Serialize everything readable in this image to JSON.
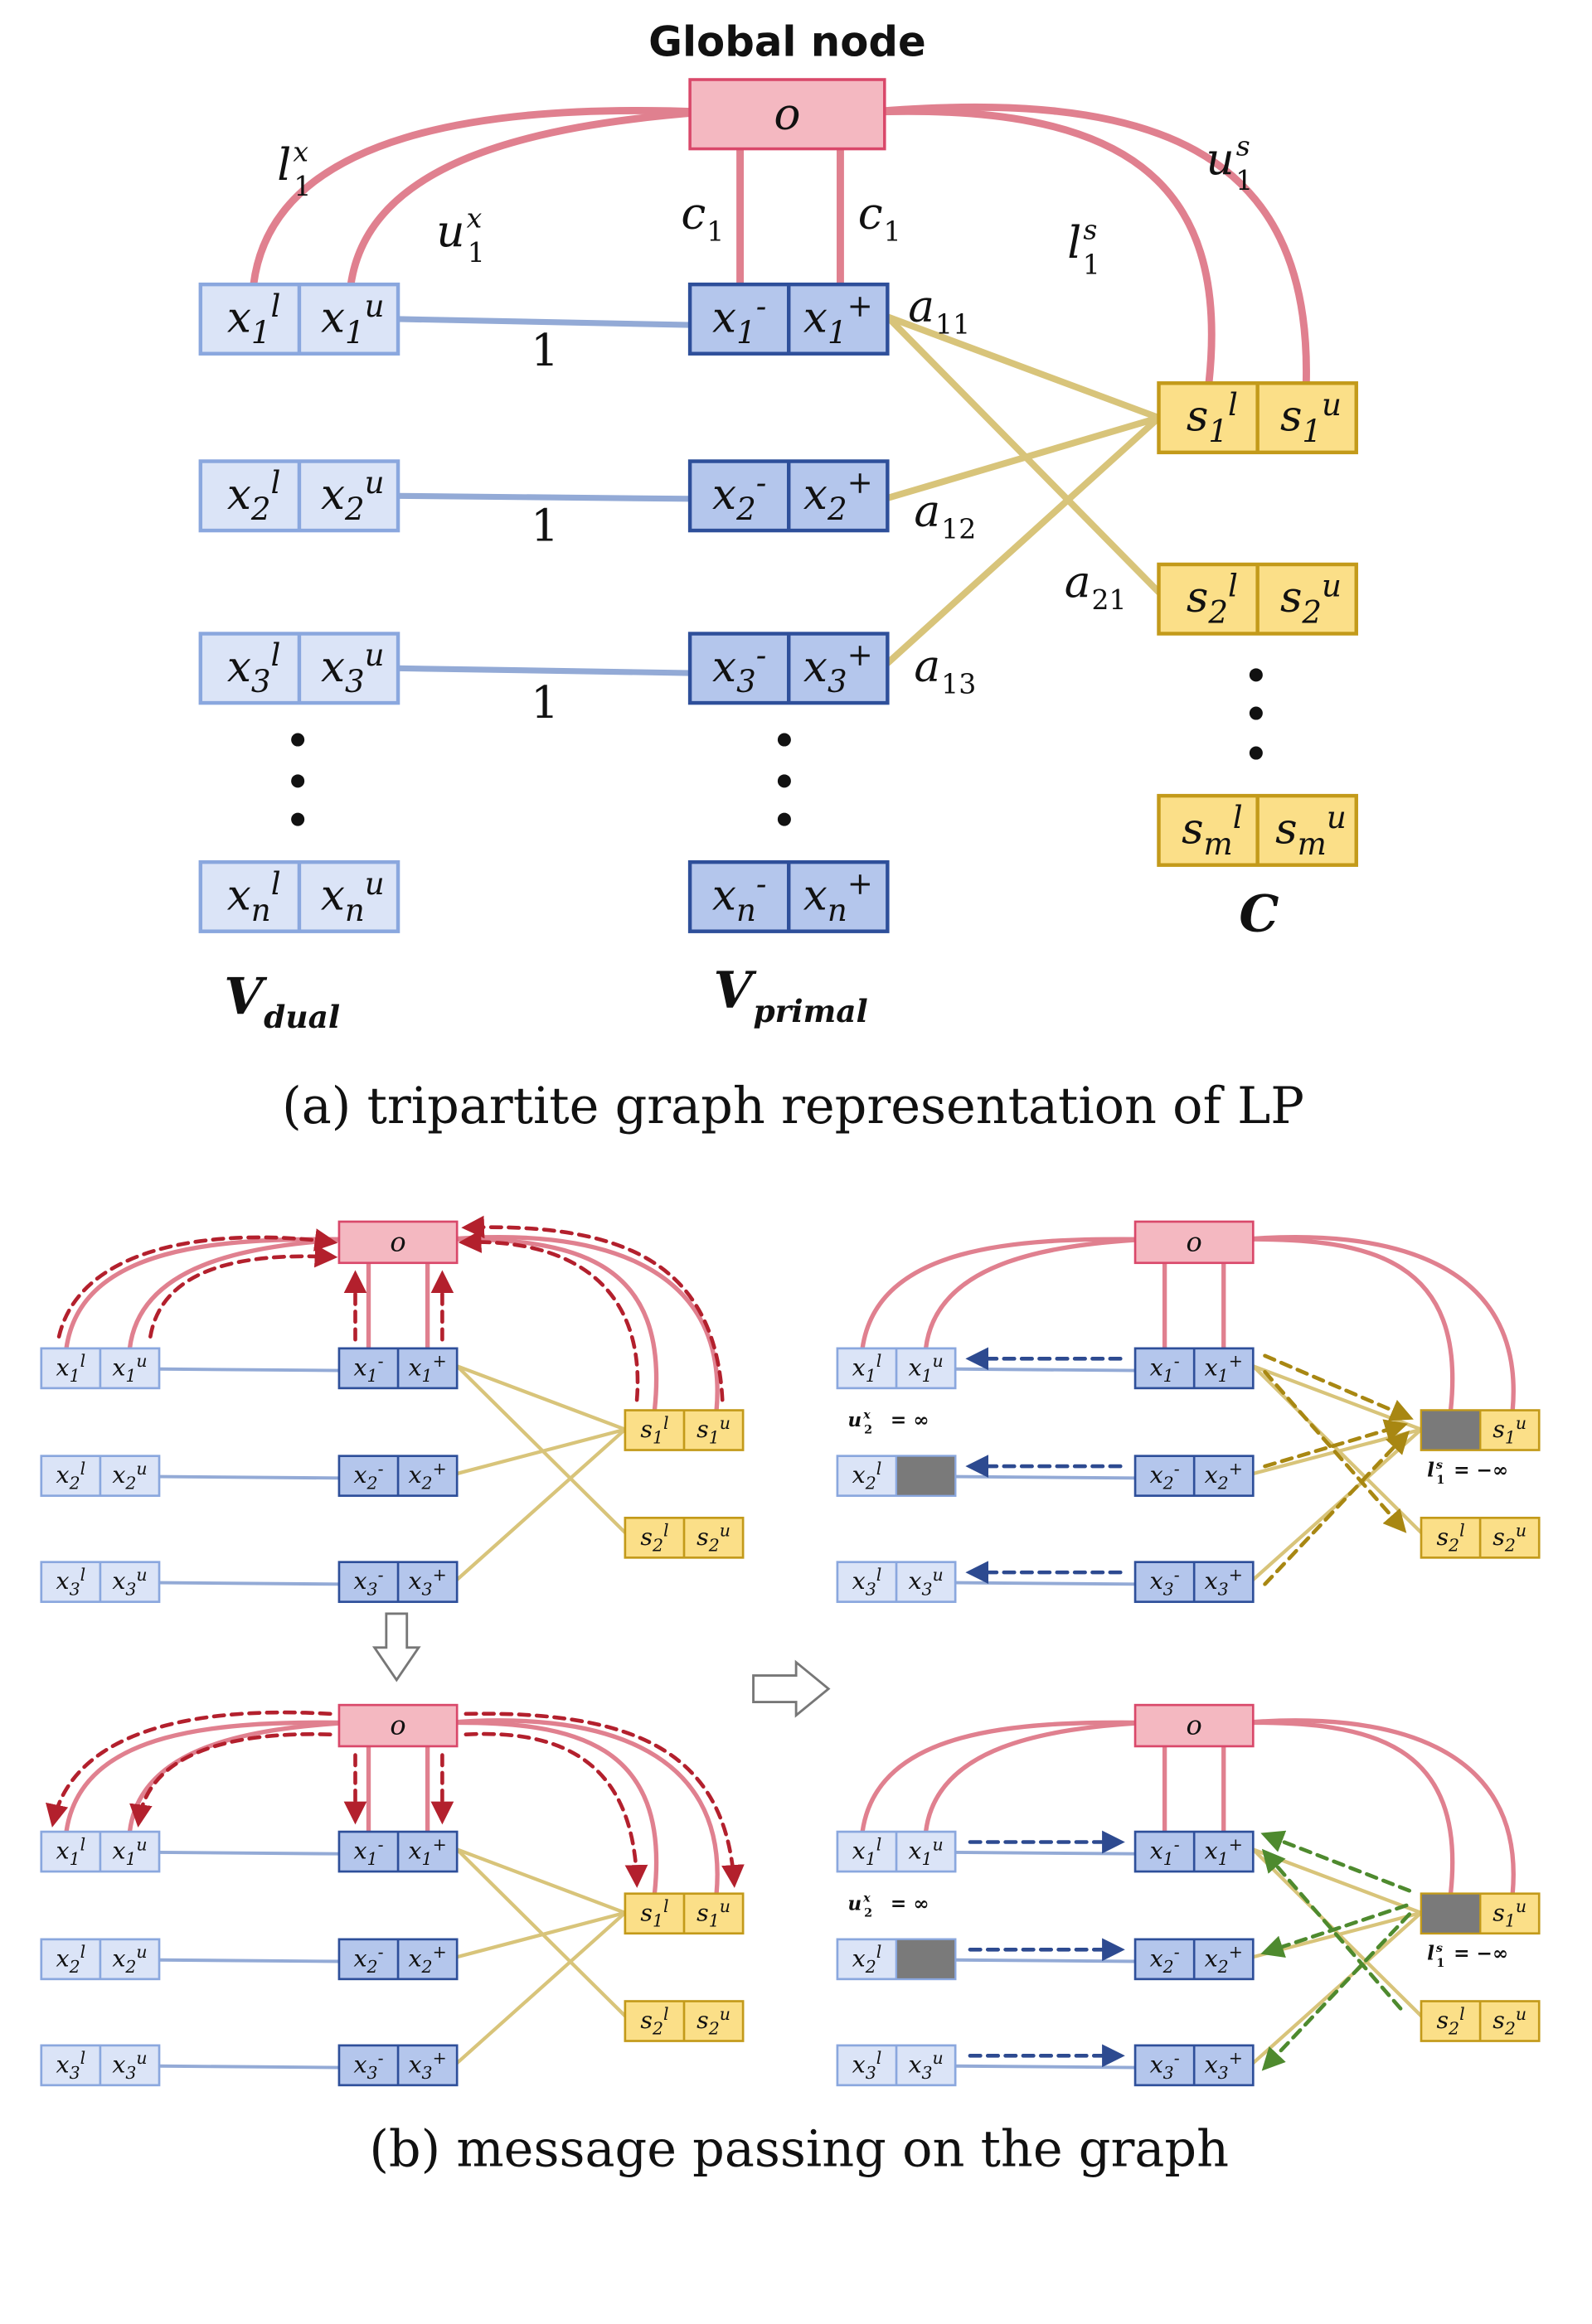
{
  "part_a": {
    "global_title": "Global node",
    "global_label": "o",
    "caption": "(a) tripartite graph representation of LP",
    "edge_labels": {
      "l1x": "l",
      "l1x_sub": "1",
      "l1x_sup": "x",
      "u1x": "u",
      "u1x_sub": "1",
      "u1x_sup": "x",
      "c1a": "c",
      "c1a_sub": "1",
      "c1b": "c",
      "c1b_sub": "1",
      "l1s": "l",
      "l1s_sub": "1",
      "l1s_sup": "s",
      "u1s": "u",
      "u1s_sub": "1",
      "u1s_sup": "s",
      "one": "1",
      "a": "a",
      "a11": "11",
      "a12": "12",
      "a13": "13",
      "a21": "21"
    },
    "group_labels": {
      "dual_main": "V",
      "dual_sub": "dual",
      "primal_main": "V",
      "primal_sub": "primal",
      "cons": "C"
    },
    "dual_rows": [
      {
        "v": "x",
        "sub": "1",
        "lsup": "l",
        "usup": "u"
      },
      {
        "v": "x",
        "sub": "2",
        "lsup": "l",
        "usup": "u"
      },
      {
        "v": "x",
        "sub": "3",
        "lsup": "l",
        "usup": "u"
      },
      {
        "v": "x",
        "sub": "n",
        "lsup": "l",
        "usup": "u"
      }
    ],
    "primal_rows": [
      {
        "v": "x",
        "sub": "1",
        "msup": "-",
        "psup": "+"
      },
      {
        "v": "x",
        "sub": "2",
        "msup": "-",
        "psup": "+"
      },
      {
        "v": "x",
        "sub": "3",
        "msup": "-",
        "psup": "+"
      },
      {
        "v": "x",
        "sub": "n",
        "msup": "-",
        "psup": "+"
      }
    ],
    "cons_rows": [
      {
        "v": "s",
        "sub": "1",
        "lsup": "l",
        "usup": "u"
      },
      {
        "v": "s",
        "sub": "2",
        "lsup": "l",
        "usup": "u"
      },
      {
        "v": "s",
        "sub": "m",
        "lsup": "l",
        "usup": "u"
      }
    ]
  },
  "part_b": {
    "caption": "(b) message passing on the graph",
    "global_label": "o",
    "u2x": "u",
    "u2x_sub": "2",
    "u2x_sup": "x",
    "u2x_val": " = ∞",
    "l1s": "l",
    "l1s_sub": "1",
    "l1s_sup": "s",
    "l1s_val": " = −∞",
    "dual_rows": [
      {
        "v": "x",
        "sub": "1",
        "lsup": "l",
        "usup": "u"
      },
      {
        "v": "x",
        "sub": "2",
        "lsup": "l",
        "usup": "u"
      },
      {
        "v": "x",
        "sub": "3",
        "lsup": "l",
        "usup": "u"
      }
    ],
    "primal_rows": [
      {
        "v": "x",
        "sub": "1",
        "msup": "-",
        "psup": "+"
      },
      {
        "v": "x",
        "sub": "2",
        "msup": "-",
        "psup": "+"
      },
      {
        "v": "x",
        "sub": "3",
        "msup": "-",
        "psup": "+"
      }
    ],
    "cons_rows": [
      {
        "v": "s",
        "sub": "1",
        "lsup": "l",
        "usup": "u"
      },
      {
        "v": "s",
        "sub": "2",
        "lsup": "l",
        "usup": "u"
      }
    ]
  },
  "colors": {
    "pink_fill": "#f4b8c1",
    "pink_stroke": "#d9486a",
    "pink_edge": "#e0808f",
    "dual_fill": "#dbe4f7",
    "dual_stroke": "#8aa7de",
    "primal_fill": "#b4c6ec",
    "primal_stroke": "#2e4f9a",
    "cons_fill": "#fbdf88",
    "cons_stroke": "#c39a1a",
    "cons_edge": "#d8c47a",
    "dual_edge": "#93aad6",
    "arrow_red": "#b3202d",
    "arrow_blue": "#2d4a90",
    "arrow_gold": "#a88712",
    "arrow_green": "#4e8a2e",
    "gray": "#7a7a7a"
  }
}
